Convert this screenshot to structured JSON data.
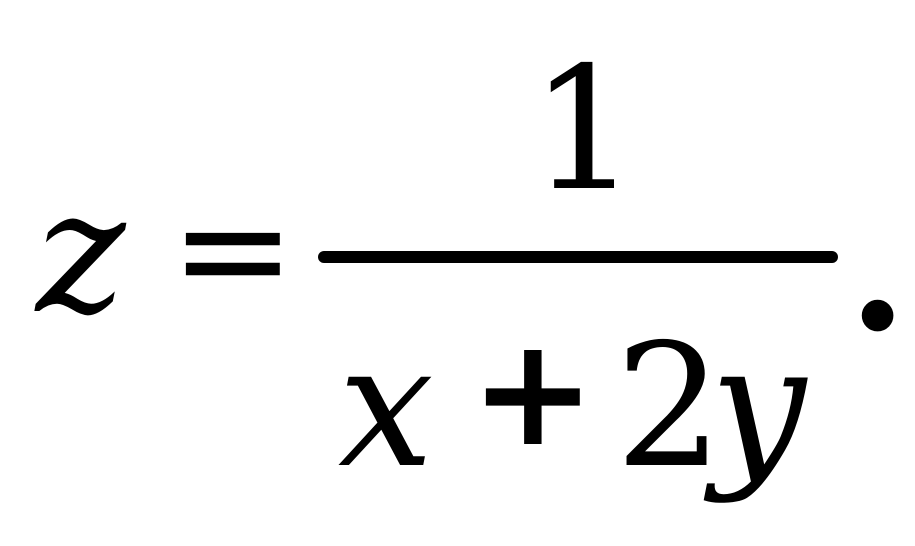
{
  "formula": {
    "lhs_variable": "z",
    "equals_sign": "=",
    "numerator": "1",
    "denominator": {
      "term1": "x",
      "operator": "+",
      "coefficient": "2",
      "term2": "y"
    },
    "terminator": "."
  },
  "colors": {
    "text": "#000000",
    "background": "#ffffff"
  }
}
